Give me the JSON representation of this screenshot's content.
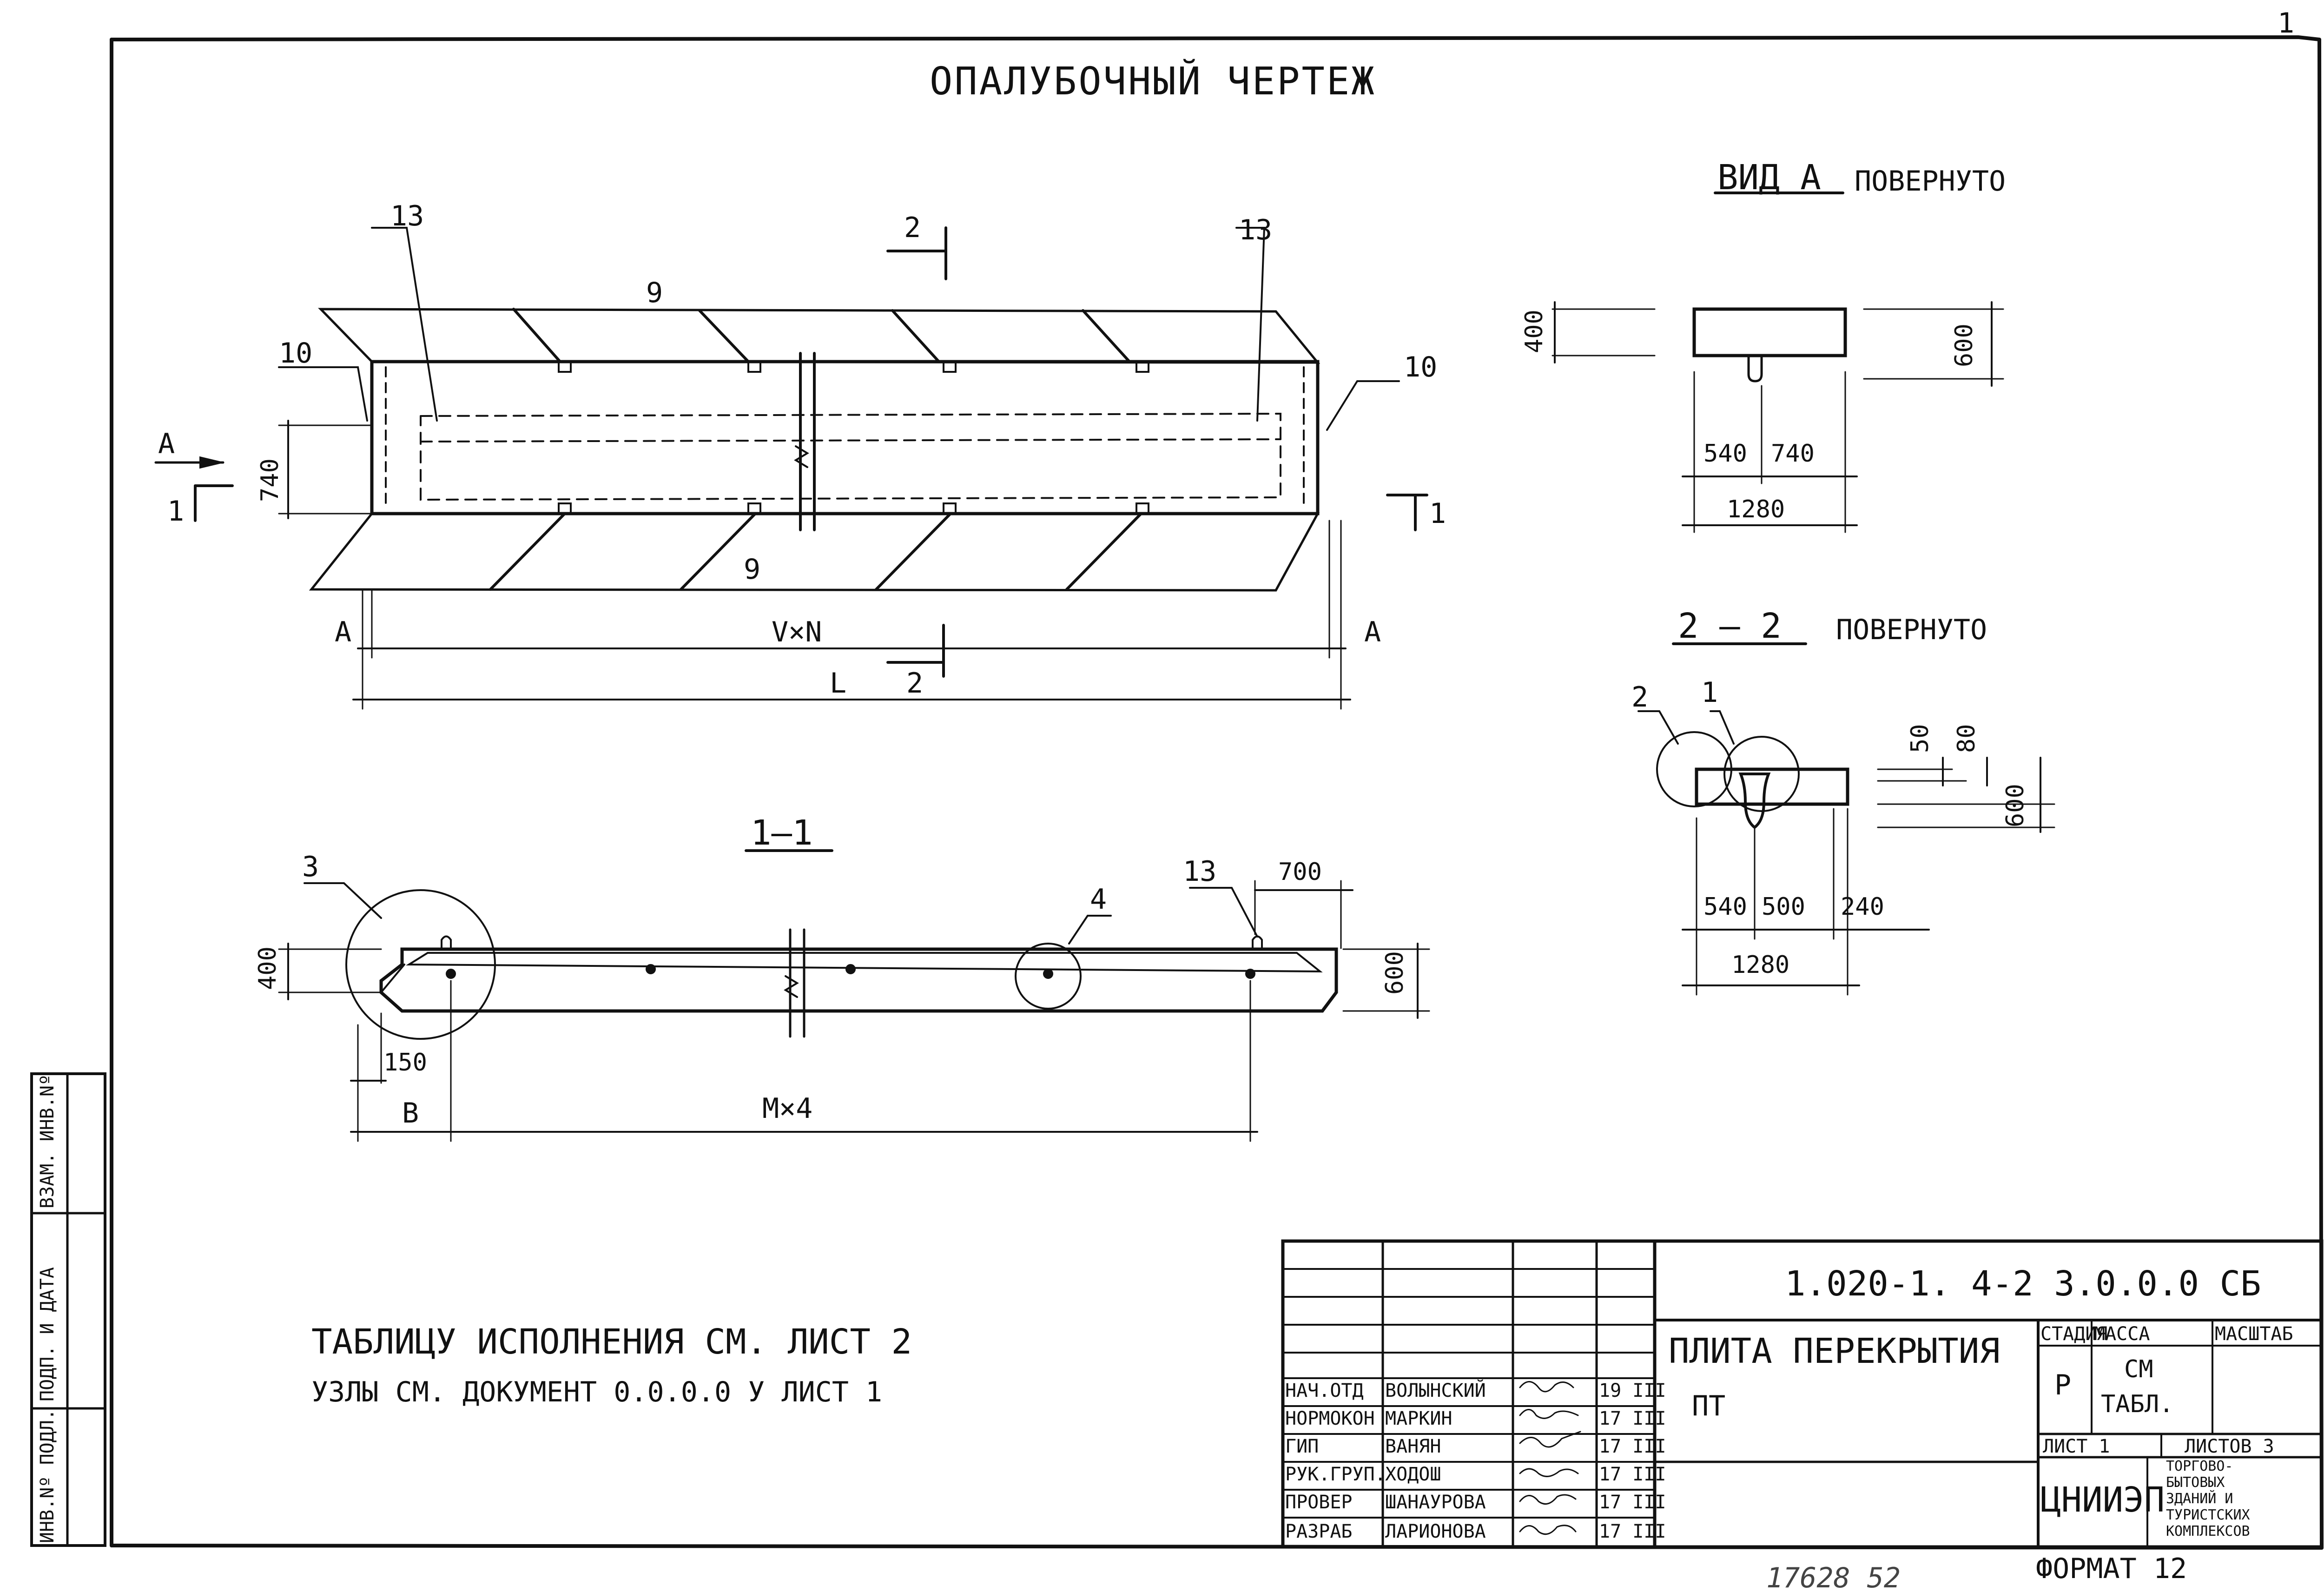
{
  "sheet_title": "ОПАЛУБОЧНЫЙ ЧЕРТЕЖ",
  "plan_view": {
    "leader_13_left": "13",
    "leader_13_right": "13",
    "section_2_top": "2",
    "section_2_bottom": "2",
    "label_9_top": "9",
    "label_9_bottom": "9",
    "label_10_left": "10",
    "label_10_right": "10",
    "arrow_a_left": "A",
    "section_1_left": "1",
    "section_1_right": "1",
    "dim_740": "740",
    "dim_a_left": "A",
    "dim_a_right": "A",
    "dim_vxn": "V×N",
    "dim_l": "L"
  },
  "view_a": {
    "title": "ВИД А",
    "subtitle": "ПОВЕРНУТО",
    "dim_400": "400",
    "dim_600": "600",
    "dim_540": "540",
    "dim_740": "740",
    "dim_1280": "1280"
  },
  "section_2_2": {
    "title": "2 — 2",
    "subtitle": "ПОВЕРНУТО",
    "callout_2": "2",
    "callout_1": "1",
    "dim_50": "50",
    "dim_80": "80",
    "dim_600": "600",
    "dim_540": "540",
    "dim_500": "500",
    "dim_240": "240",
    "dim_1280": "1280"
  },
  "section_1_1": {
    "title": "1—1",
    "callout_3": "3",
    "callout_4": "4",
    "callout_13": "13",
    "dim_700": "700",
    "dim_400": "400",
    "dim_600": "600",
    "dim_150": "150",
    "dim_b": "B",
    "dim_mx4": "M×4"
  },
  "notes": {
    "line1": "ТАБЛИЦУ ИСПОЛНЕНИЯ СМ. ЛИСТ 2",
    "line2": "УЗЛЫ СМ. ДОКУМЕНТ 0.0.0.0 У ЛИСТ 1"
  },
  "side_stamp": {
    "inv_podl": "ИНВ.Nº ПОДЛ.",
    "podp_data": "ПОДП. И ДАТА",
    "vzam_inv": "ВЗАМ. ИНВ.Nº"
  },
  "title_block": {
    "doc_code": "1.020-1.  4-2 3.0.0.0 СБ",
    "item_name": "ПЛИТА ПЕРЕКРЫТИЯ",
    "item_code": "ПТ",
    "stage_header": "СТАДИЯ",
    "mass_header": "МАССА",
    "scale_header": "МАСШТАБ",
    "stage_value": "Р",
    "mass_value_1": "СМ",
    "mass_value_2": "ТАБЛ.",
    "sheet_label": "ЛИСТ 1",
    "sheets_label": "ЛИСТОВ 3",
    "org_name": "ЦНИИЭП",
    "org_desc_1": "ТОРГОВО-",
    "org_desc_2": "БЫТОВЫХ",
    "org_desc_3": "ЗДАНИЙ И",
    "org_desc_4": "ТУРИСТСКИХ",
    "org_desc_5": "КОМПЛЕКСОВ",
    "staff": [
      {
        "role": "НАЧ.ОТД",
        "name": "ВОЛЫНСКИЙ",
        "date": "19 III"
      },
      {
        "role": "НОРМОКОН",
        "name": "МАРКИН",
        "date": "17 III"
      },
      {
        "role": "ГИП",
        "name": "ВАНЯН",
        "date": "17 III"
      },
      {
        "role": "РУК.ГРУП.",
        "name": "ХОДОШ",
        "date": "17 III"
      },
      {
        "role": "ПРОВЕР",
        "name": "ШАНАУРОВА",
        "date": "17 III"
      },
      {
        "role": "РАЗРАБ",
        "name": "ЛАРИОНОВА",
        "date": "17 III"
      }
    ]
  },
  "format_label": "ФОРМАТ 12",
  "page_number": "1",
  "archive_number": "17628   52"
}
